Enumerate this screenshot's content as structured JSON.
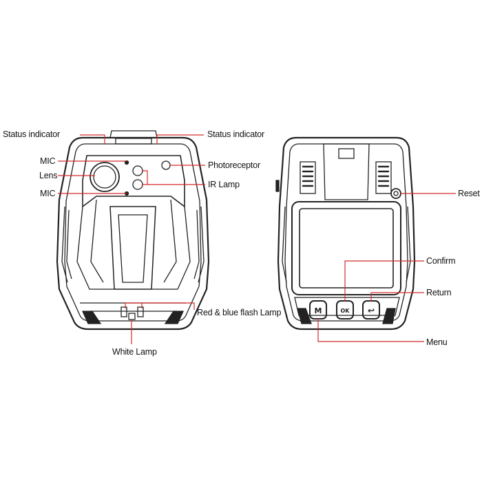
{
  "labels": {
    "status_left": "Status indicator",
    "status_right": "Status indicator",
    "mic_top": "MIC",
    "lens": "Lens",
    "mic_bottom": "MIC",
    "photoreceptor": "Photoreceptor",
    "ir_lamp": "IR Lamp",
    "flash_lamp": "Red & blue flash Lamp",
    "white_lamp": "White Lamp",
    "reset": "Reset",
    "confirm": "Confirm",
    "return": "Return",
    "menu": "Menu"
  },
  "buttons": {
    "menu_glyph": "M",
    "ok_glyph": "OK",
    "return_glyph": "↩"
  },
  "colors": {
    "leader_line": "#d42a2a",
    "outline": "#222222"
  }
}
